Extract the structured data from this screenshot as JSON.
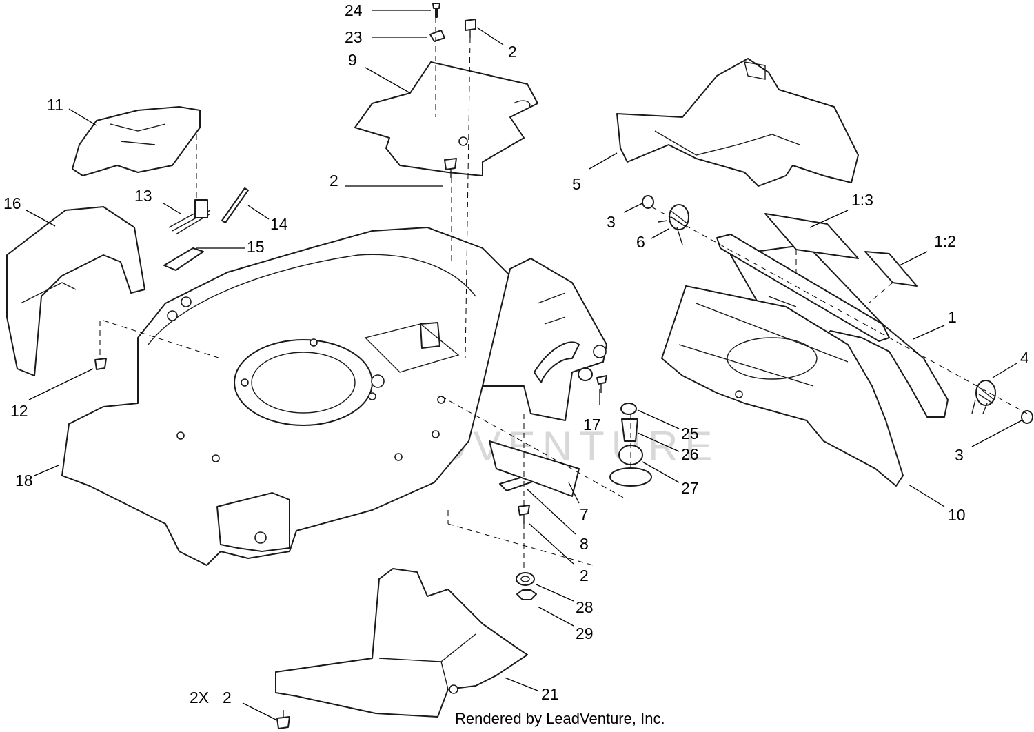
{
  "diagram": {
    "callouts": {
      "c1": "1",
      "c1_2": "1:2",
      "c1_3": "1:3",
      "c2_a": "2",
      "c2_b": "2",
      "c2_c": "2",
      "c2_d": "2",
      "c2x": "2X",
      "c3_a": "3",
      "c3_b": "3",
      "c4": "4",
      "c5": "5",
      "c6": "6",
      "c7": "7",
      "c8": "8",
      "c9": "9",
      "c10": "10",
      "c11": "11",
      "c12": "12",
      "c13": "13",
      "c14": "14",
      "c15": "15",
      "c16": "16",
      "c17": "17",
      "c18": "18",
      "c21": "21",
      "c23": "23",
      "c24": "24",
      "c25": "25",
      "c26": "26",
      "c27": "27",
      "c28": "28",
      "c29": "29"
    },
    "watermark": "LEADVENTURE",
    "credit": "Rendered by LeadVenture, Inc."
  }
}
